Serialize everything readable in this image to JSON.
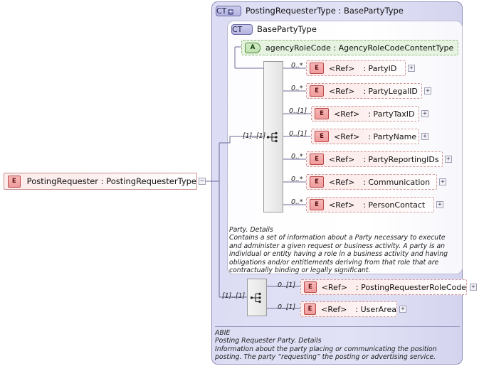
{
  "diagram": {
    "title": "XSD schema diagram: PostingRequester",
    "root_element": {
      "icon": "element-icon",
      "label": "PostingRequester : PostingRequesterType",
      "toggle": "−"
    },
    "outer_type": {
      "icon": "complextype-icon",
      "badge": "CT",
      "badge_plus": "+",
      "label": "PostingRequesterType : BasePartyType"
    },
    "inner_type": {
      "icon": "complextype-icon",
      "badge": "CT",
      "label": "BasePartyType"
    },
    "attribute": {
      "icon": "attribute-icon",
      "badge": "A",
      "label": "agencyRoleCode : AgencyRoleCodeContentType"
    },
    "sequences": [
      {
        "name": "sequence-base-party",
        "cardinality": "[1]..[1]"
      },
      {
        "name": "sequence-posting-requester",
        "cardinality": "[1]..[1]"
      }
    ],
    "base_party_elements": [
      {
        "cardinality": "0..*",
        "badge": "E",
        "ref": "<Ref>",
        "name": ": PartyID",
        "toggle": "+"
      },
      {
        "cardinality": "0..*",
        "badge": "E",
        "ref": "<Ref>",
        "name": ": PartyLegalID",
        "toggle": "+"
      },
      {
        "cardinality": "0..[1]",
        "badge": "E",
        "ref": "<Ref>",
        "name": ": PartyTaxID",
        "toggle": "+"
      },
      {
        "cardinality": "0..[1]",
        "badge": "E",
        "ref": "<Ref>",
        "name": ": PartyName",
        "toggle": "+"
      },
      {
        "cardinality": "0..*",
        "badge": "E",
        "ref": "<Ref>",
        "name": ": PartyReportingIDs",
        "toggle": "+"
      },
      {
        "cardinality": "0..*",
        "badge": "E",
        "ref": "<Ref>",
        "name": ": Communication",
        "toggle": "+"
      },
      {
        "cardinality": "0..*",
        "badge": "E",
        "ref": "<Ref>",
        "name": ": PersonContact",
        "toggle": "+"
      }
    ],
    "posting_requester_elements": [
      {
        "cardinality": "0..[1]",
        "badge": "E",
        "ref": "<Ref>",
        "name": ": PostingRequesterRoleCode",
        "toggle": "+"
      },
      {
        "cardinality": "0..[1]",
        "badge": "E",
        "ref": "<Ref>",
        "name": ": UserArea",
        "toggle": "+"
      }
    ],
    "documentation": {
      "party": "Party. Details\nContains a set of information about a Party necessary to execute and administer a given request or business activity. A party is an individual or entity having a role in a business activity and having obligations and/or entitlements deriving from that role that are contractually binding or legally significant.",
      "abie": "ABIE\nPosting Requester Party. Details\nInformation about the party placing or communicating the position posting. The party “requesting” the posting or advertising service."
    },
    "colors": {
      "element_fill": "#fdecec",
      "element_border": "#d09a9a",
      "attribute_fill": "#e6f3e0",
      "attribute_border": "#8ab878",
      "complextype_fill": "#dcdcf4",
      "complextype_border": "#8f8fbb",
      "sequence_fill": "#ededed",
      "wire": "#6b6b95"
    }
  }
}
